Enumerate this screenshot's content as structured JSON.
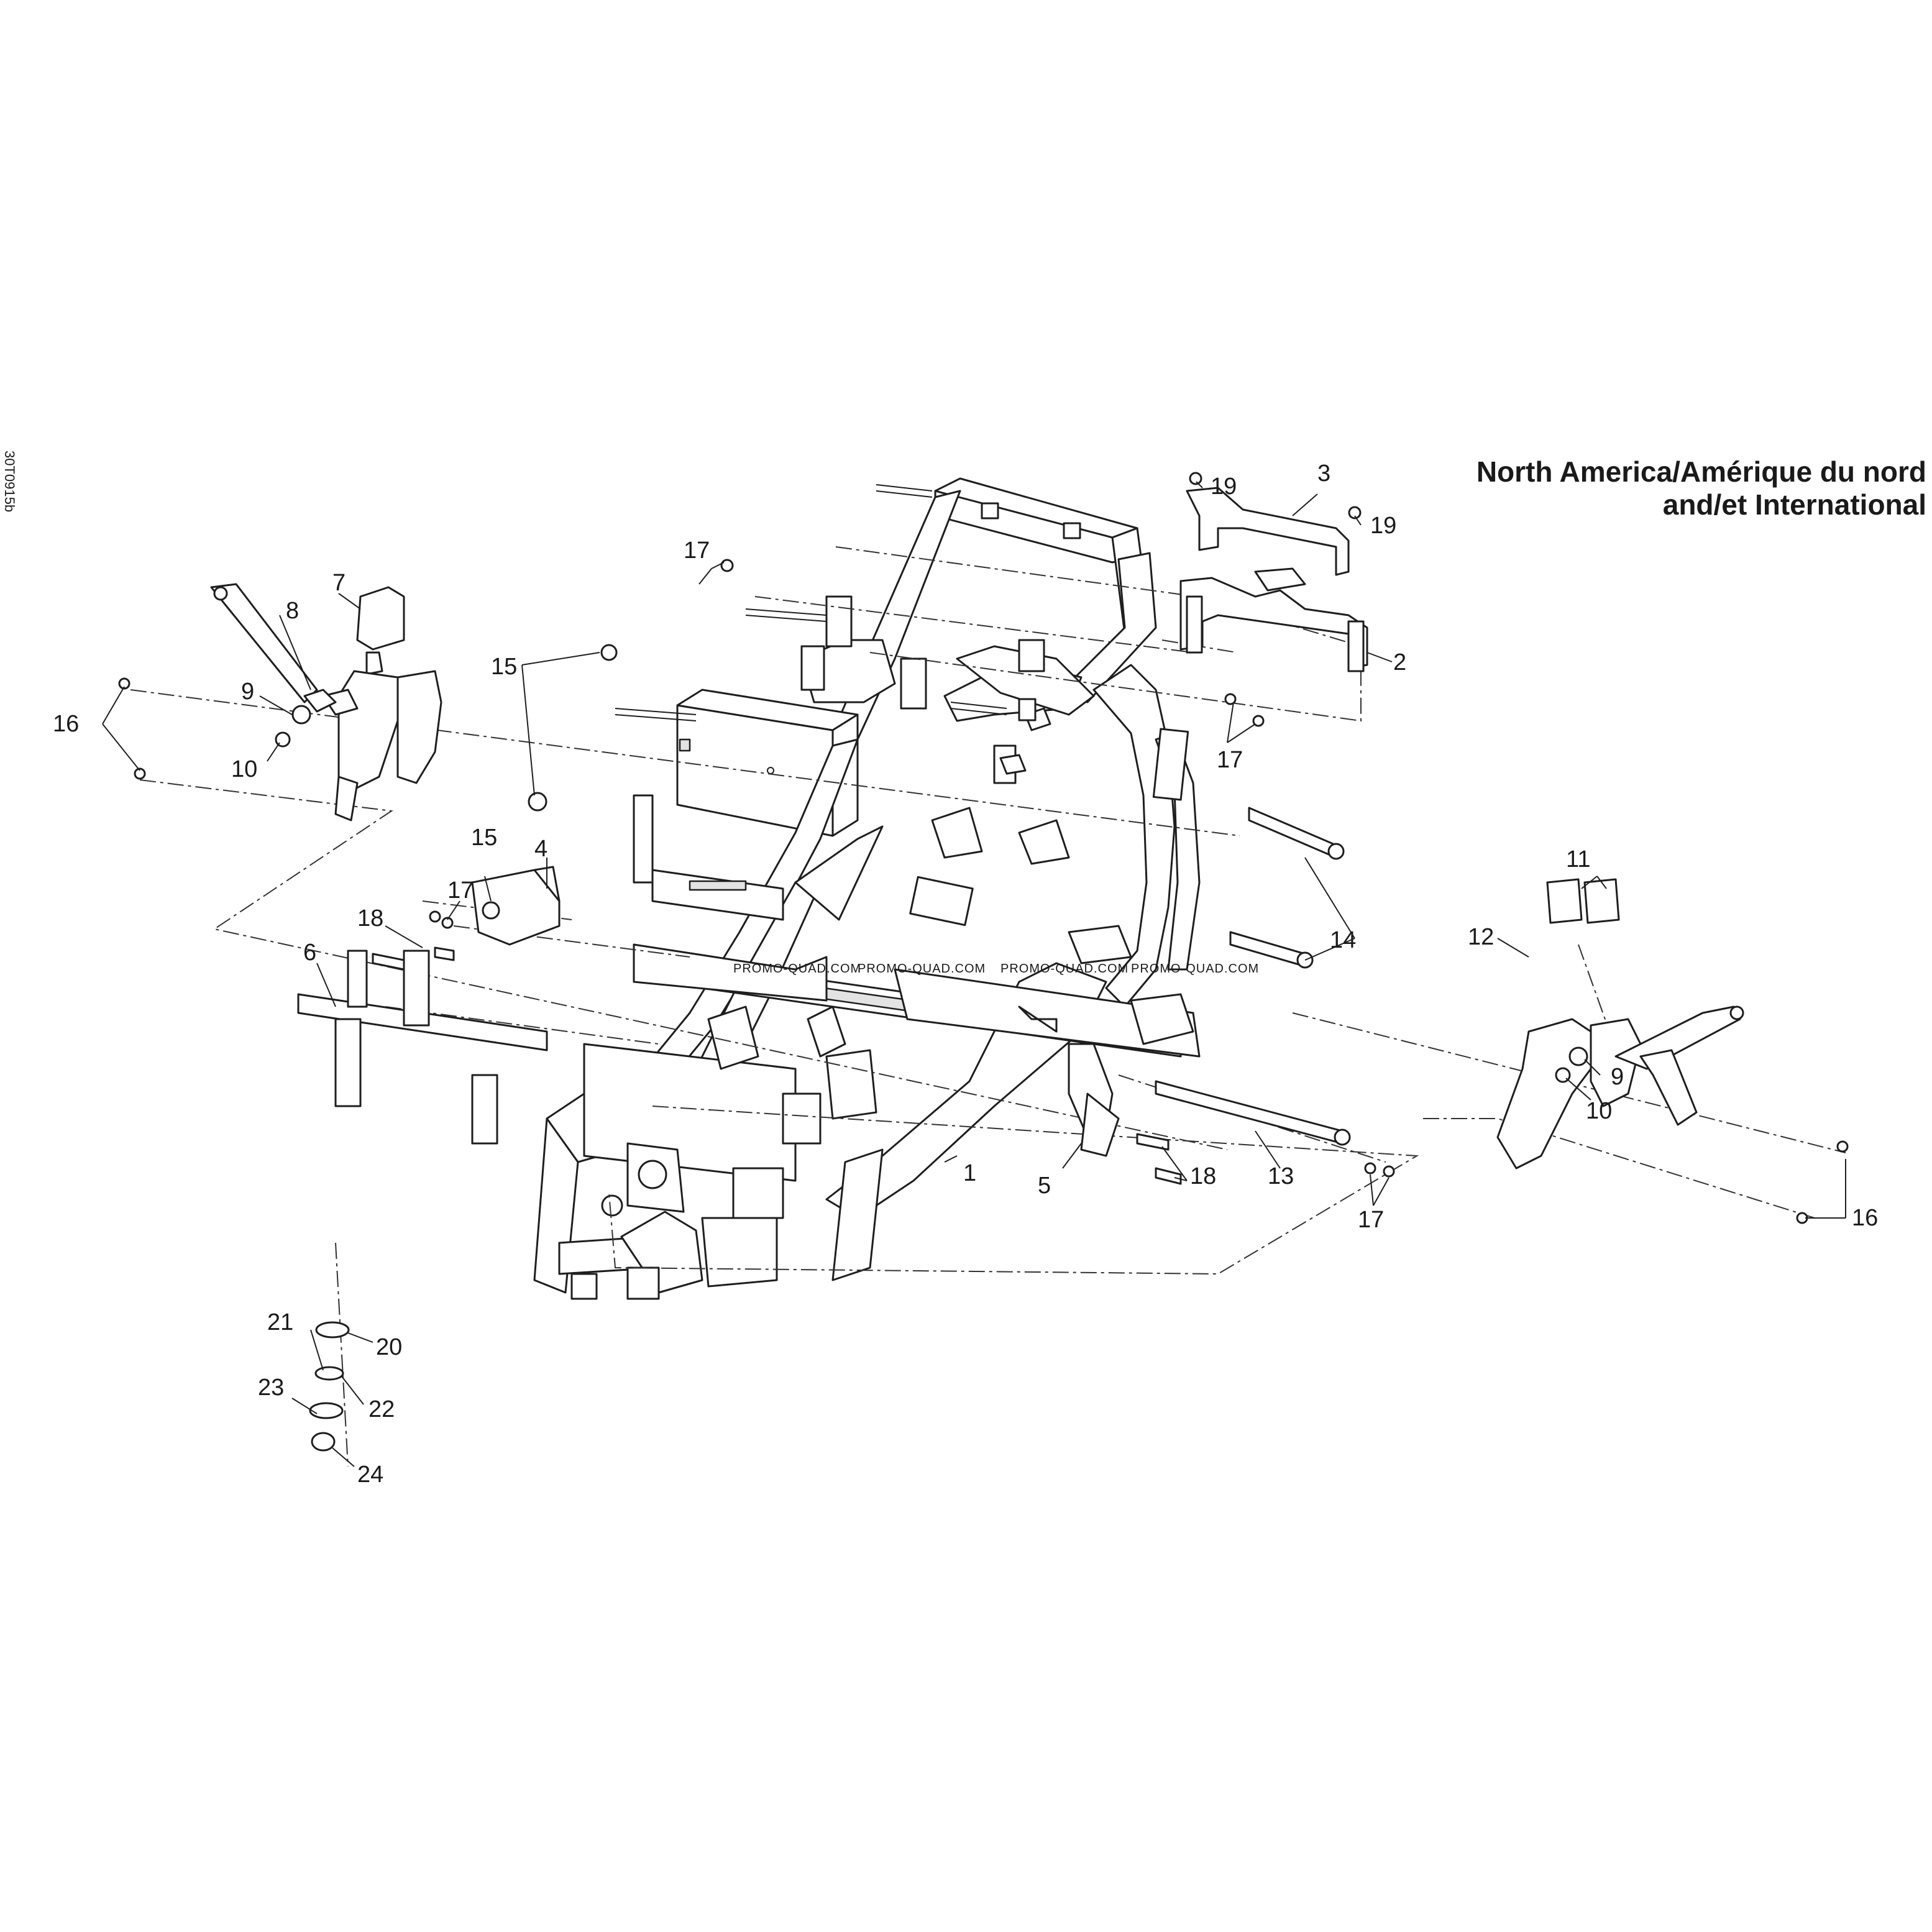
{
  "drawing_id": "30T0915b",
  "title": {
    "line1": "North America/Amérique du nord",
    "line2": "and/et International"
  },
  "watermark": "PROMO-QUAD.COM",
  "callouts": [
    {
      "id": "c1",
      "label": "1"
    },
    {
      "id": "c2",
      "label": "2"
    },
    {
      "id": "c3",
      "label": "3"
    },
    {
      "id": "c4",
      "label": "4"
    },
    {
      "id": "c5",
      "label": "5"
    },
    {
      "id": "c6",
      "label": "6"
    },
    {
      "id": "c7",
      "label": "7"
    },
    {
      "id": "c8",
      "label": "8"
    },
    {
      "id": "c9a",
      "label": "9"
    },
    {
      "id": "c9b",
      "label": "9"
    },
    {
      "id": "c10a",
      "label": "10"
    },
    {
      "id": "c10b",
      "label": "10"
    },
    {
      "id": "c11",
      "label": "11"
    },
    {
      "id": "c12",
      "label": "12"
    },
    {
      "id": "c13",
      "label": "13"
    },
    {
      "id": "c14",
      "label": "14"
    },
    {
      "id": "c15a",
      "label": "15"
    },
    {
      "id": "c15b",
      "label": "15"
    },
    {
      "id": "c16a",
      "label": "16"
    },
    {
      "id": "c16b",
      "label": "16"
    },
    {
      "id": "c17a",
      "label": "17"
    },
    {
      "id": "c17b",
      "label": "17"
    },
    {
      "id": "c17c",
      "label": "17"
    },
    {
      "id": "c17d",
      "label": "17"
    },
    {
      "id": "c18a",
      "label": "18"
    },
    {
      "id": "c18b",
      "label": "18"
    },
    {
      "id": "c19a",
      "label": "19"
    },
    {
      "id": "c19b",
      "label": "19"
    },
    {
      "id": "c20",
      "label": "20"
    },
    {
      "id": "c21",
      "label": "21"
    },
    {
      "id": "c22",
      "label": "22"
    },
    {
      "id": "c23",
      "label": "23"
    },
    {
      "id": "c24",
      "label": "24"
    }
  ]
}
